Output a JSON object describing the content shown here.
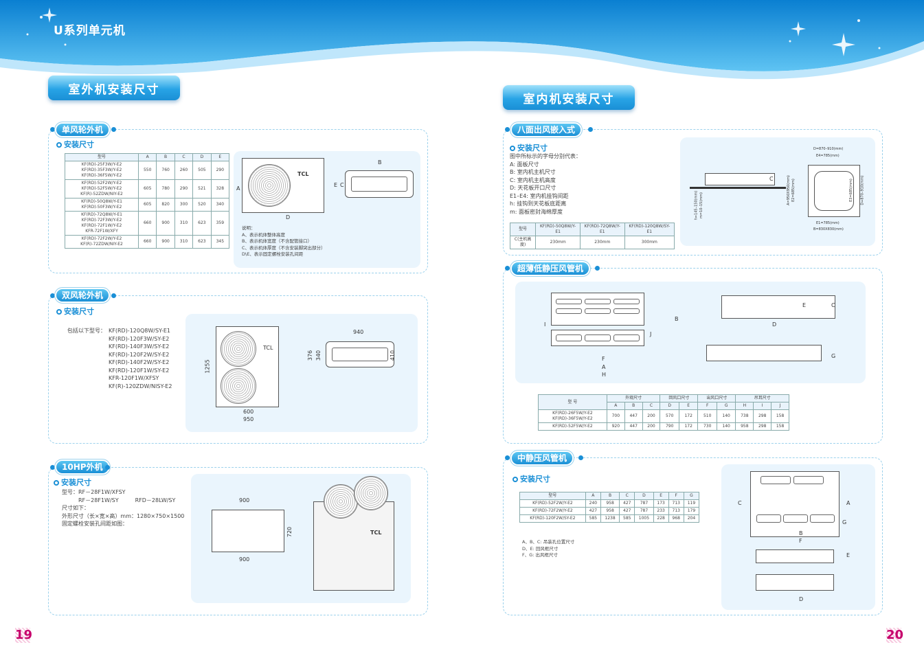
{
  "header": {
    "series_title": "U系列单元机"
  },
  "left": {
    "banner": "室外机安装尺寸",
    "single_fan": {
      "tab": "单风轮外机",
      "sub": "安装尺寸",
      "table": {
        "headers": [
          "型号",
          "A",
          "B",
          "C",
          "D",
          "E"
        ],
        "rows": [
          {
            "models": [
              "KF(RD)-25F3W/Y-E2",
              "KF(RD)-35F3W/Y-E2",
              "KF(RD)-36F5W/Y-E2"
            ],
            "vals": [
              "550",
              "760",
              "260",
              "505",
              "290"
            ]
          },
          {
            "models": [
              "KF(RD)-52F2W/Y-E2",
              "KF(RD)-52F5W/Y-E2",
              "KF(R)-52ZDW/NIY-E2"
            ],
            "vals": [
              "605",
              "780",
              "290",
              "521",
              "328"
            ]
          },
          {
            "models": [
              "KF(RD)-50Q8W/Y-E1",
              "KF(RD)-50F3W/Y-E2"
            ],
            "vals": [
              "605",
              "820",
              "300",
              "520",
              "340"
            ]
          },
          {
            "models": [
              "KF(RD)-72Q8W/Y-E1",
              "KF(RD)-72F3W/Y-E2",
              "KF(RD)-72F1W/Y-E2",
              "KFR-72F1W/XFY"
            ],
            "vals": [
              "660",
              "900",
              "310",
              "623",
              "359"
            ]
          },
          {
            "models": [
              "KF(RD)-72F2W/Y-E2",
              "KF(R)-72ZDW/NIY-E2"
            ],
            "vals": [
              "660",
              "900",
              "310",
              "623",
              "345"
            ]
          }
        ]
      },
      "fig_labels": {
        "brand": "TCL",
        "a": "A",
        "b": "B",
        "c": "C",
        "d": "D",
        "e": "E"
      },
      "notes": [
        "说明：",
        "A、表示机体整体高度",
        "B、表示机体宽度（不含配管接口）",
        "C、表示机体厚度（不含安装脚突出部分）",
        "D\\E、表示固定螺栓安装孔间距"
      ]
    },
    "double_fan": {
      "tab": "双风轮外机",
      "sub": "安装尺寸",
      "includes_label": "包括以下型号：",
      "models": [
        "KF(RD)-120Q8W/SY-E1",
        "KF(RD)-120F3W/SY-E2",
        "KF(RD)-140F3W/SY-E2",
        "KF(RD)-120F2W/SY-E2",
        "KF(RD)-140F2W/SY-E2",
        "KF(RD)-120F1W/SY-E2",
        "KFR-120F1W/XFSY",
        "KF(R)-120ZDW/NISY-E2"
      ],
      "dims": {
        "h": "1255",
        "w1": "600",
        "w2": "950",
        "top": "940",
        "d1": "376",
        "d2": "340",
        "d3": "410"
      },
      "brand": "TCL"
    },
    "tenhp": {
      "tab": "10HP外机",
      "sub": "安装尺寸",
      "lines": [
        "型号：RF－28F1W/XFSY",
        "　　　RF－28F1W/SY　　　RFD－28LW/SY",
        "尺寸如下：",
        "外形尺寸（长×宽×高）mm：1280×750×1500",
        "固定螺栓安装孔间距如图："
      ],
      "dims": {
        "top": "900",
        "bottom": "900",
        "right": "720"
      },
      "brand": "TCL"
    },
    "page_no": "19"
  },
  "right": {
    "banner": "室内机安装尺寸",
    "cassette": {
      "tab": "八面出风嵌入式",
      "sub": "安装尺寸",
      "lines": [
        "图中所标示的字母分别代表：",
        "A: 面板尺寸",
        "B: 室内机主机尺寸",
        "C: 室内机主机高度",
        "D: 天花板开口尺寸",
        "E1–E4: 室内机挂钩间距",
        "h: 挂钩到天花板底距离",
        "m: 面板密封海绵厚度"
      ],
      "table": {
        "headers": [
          "型号",
          "KF(RD)-50Q8W/Y-E1",
          "KF(RD)-72Q8W/Y-E1",
          "KF(RD)-120Q8W/SY-E1"
        ],
        "row": [
          "C(主机高度)",
          "230mm",
          "230mm",
          "300mm"
        ]
      },
      "fig_labels": {
        "d_top": "D=870–910(mm)",
        "e4": "E4=785(mm)",
        "e1": "E1=785(mm)",
        "b": "B=830X830(mm)",
        "side_l": "A=950X950(mm)",
        "side_r": "D=870–910(mm)",
        "e2": "E2=685(mm)",
        "e3": "E3=685(mm)",
        "h": "h=145–150(mm)",
        "m": "m=10–15(mm)",
        "c": "C"
      }
    },
    "slim_duct": {
      "tab": "超薄低静压风管机",
      "table": {
        "group_headers": [
          "型 号",
          "外观尺寸",
          "回风口尺寸",
          "出风口尺寸",
          "吊耳尺寸"
        ],
        "letters": [
          "A",
          "B",
          "C",
          "D",
          "E",
          "F",
          "G",
          "H",
          "I",
          "J"
        ],
        "rows": [
          {
            "models": [
              "KF(RD)-26F5W/Y-E2",
              "KF(RD)-36F5W/Y-E2"
            ],
            "vals": [
              "700",
              "447",
              "200",
              "570",
              "172",
              "510",
              "140",
              "738",
              "298",
              "158"
            ]
          },
          {
            "models": [
              "KF(RD)-52F5W/Y-E2"
            ],
            "vals": [
              "920",
              "447",
              "200",
              "790",
              "172",
              "730",
              "140",
              "958",
              "298",
              "158"
            ]
          }
        ]
      },
      "fig_labels": {
        "a": "A",
        "b": "B",
        "c": "C",
        "d": "D",
        "e": "E",
        "f": "F",
        "g": "G",
        "h": "H",
        "i": "I",
        "j": "J"
      }
    },
    "mid_duct": {
      "tab": "中静压风管机",
      "sub": "安装尺寸",
      "table": {
        "headers": [
          "型号",
          "A",
          "B",
          "C",
          "D",
          "E",
          "F",
          "G"
        ],
        "rows": [
          [
            "KF(RD)-52F2W/Y-E2",
            "240",
            "958",
            "427",
            "787",
            "173",
            "713",
            "119"
          ],
          [
            "KF(RD)-72F2W/Y-E2",
            "427",
            "958",
            "427",
            "787",
            "233",
            "713",
            "179"
          ],
          [
            "KF(RD)-120F2W/SY-E2",
            "585",
            "1238",
            "585",
            "1005",
            "228",
            "968",
            "204"
          ]
        ]
      },
      "notes": [
        "A、B、C: 吊装孔位置尺寸",
        "D、E: 回风框尺寸",
        "F、G: 出风框尺寸"
      ],
      "fig_labels": {
        "a": "A",
        "b": "B",
        "c": "C",
        "d": "D",
        "e": "E",
        "f": "F",
        "g": "G"
      }
    },
    "page_no": "20"
  },
  "colors": {
    "accent": "#1a8fd6",
    "banner_light": "#9fe1fb",
    "page_number": "#c6006c",
    "header_sky": "#2aa6e8"
  }
}
